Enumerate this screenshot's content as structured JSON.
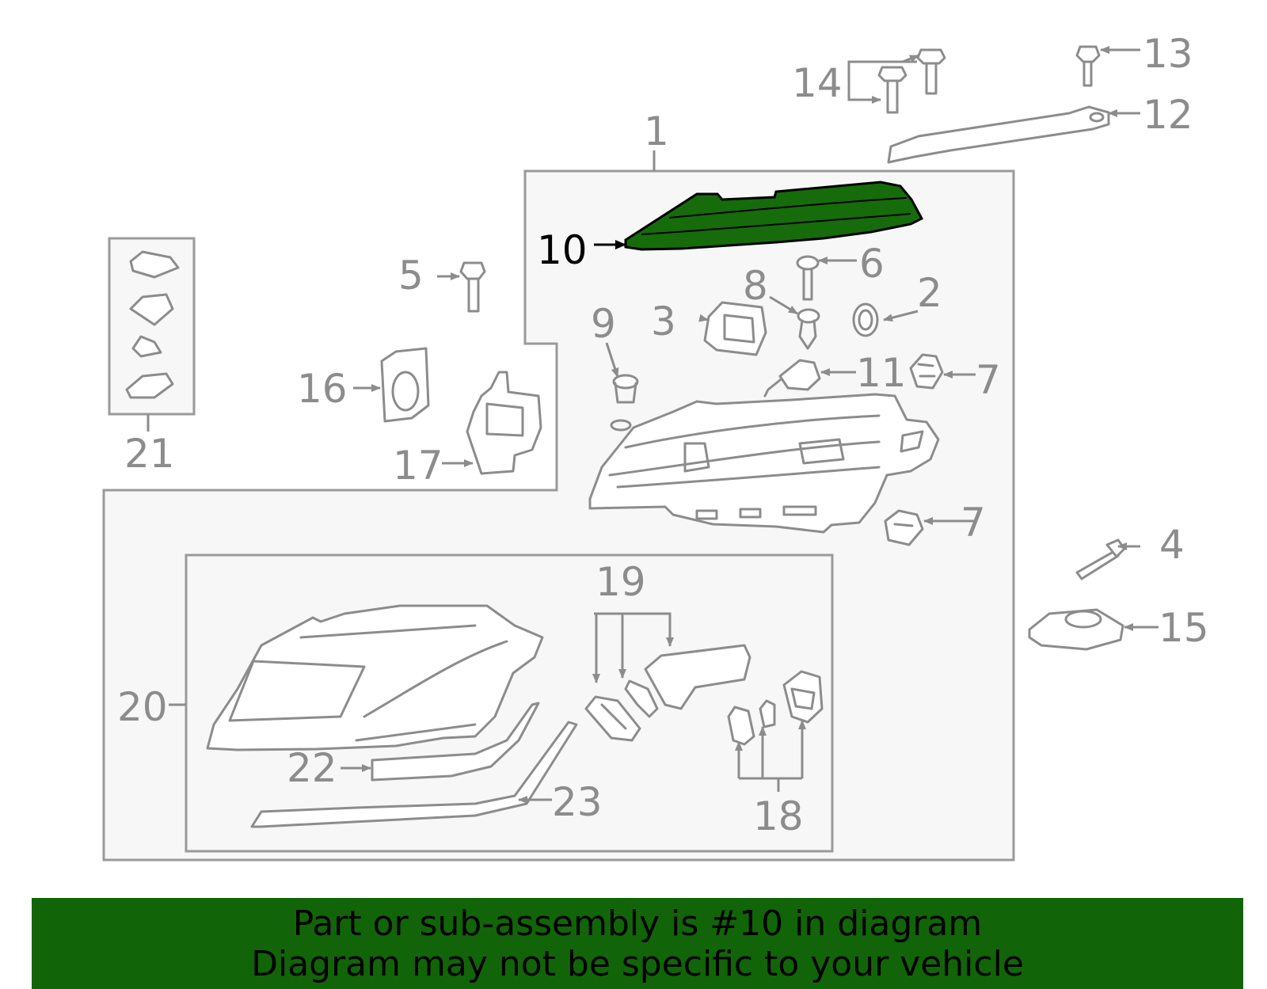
{
  "highlight": {
    "part_number": "10",
    "fill_color": "#166b0b",
    "stroke_color": "#000000"
  },
  "colors": {
    "line_gray": "#8c8c8c",
    "panel_fill": "#f7f7f7",
    "banner_green": "#126408"
  },
  "callouts": {
    "c1": "1",
    "c2": "2",
    "c3": "3",
    "c4": "4",
    "c5": "5",
    "c6": "6",
    "c7a": "7",
    "c7b": "7",
    "c8": "8",
    "c9": "9",
    "c10": "10",
    "c11": "11",
    "c12": "12",
    "c13": "13",
    "c14": "14",
    "c15": "15",
    "c16": "16",
    "c17": "17",
    "c18": "18",
    "c19": "19",
    "c20": "20",
    "c21": "21",
    "c22": "22",
    "c23": "23"
  },
  "banner": {
    "line1": "Part or sub-assembly is #10 in diagram",
    "line2": "Diagram may not be specific to your vehicle"
  }
}
